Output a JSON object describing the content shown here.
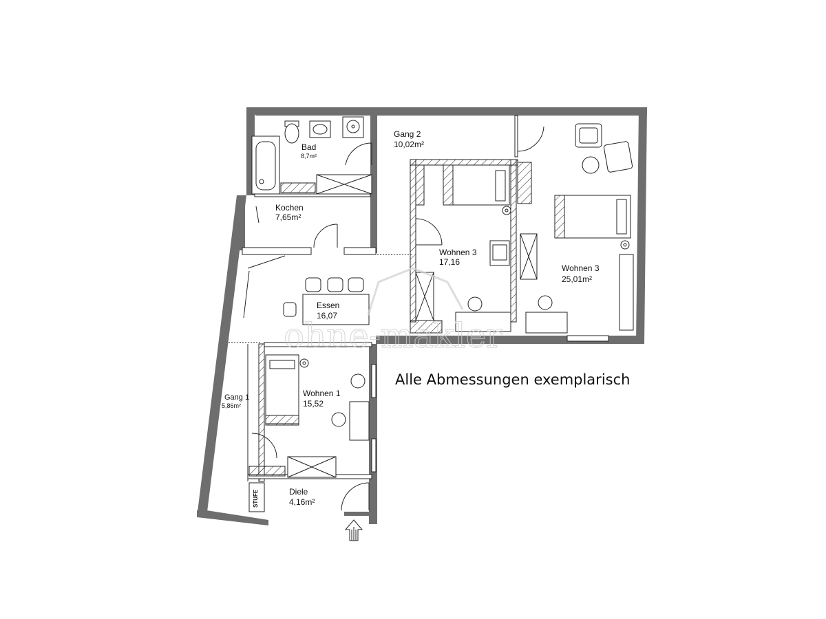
{
  "rooms": {
    "bad": {
      "name": "Bad",
      "area": "8,7m²"
    },
    "kochen": {
      "name": "Kochen",
      "area": "7,65m²"
    },
    "gang2": {
      "name": "Gang 2",
      "area": "10,02m²"
    },
    "wohnen3a": {
      "name": "Wohnen 3",
      "area": "17,16"
    },
    "wohnen3b": {
      "name": "Wohnen 3",
      "area": "25,01m²"
    },
    "essen": {
      "name": "Essen",
      "area": "16,07"
    },
    "gang1": {
      "name": "Gang 1",
      "area": "5,86m²"
    },
    "wohnen1": {
      "name": "Wohnen 1",
      "area": "15,52"
    },
    "diele": {
      "name": "Diele",
      "area": "4,16m²"
    }
  },
  "stufe_label": "STUFE",
  "note": "Alle Abmessungen exemplarisch",
  "watermark": "ohne-makler",
  "colors": {
    "wall": "#6e6e6e",
    "line": "#222222",
    "watermark": "#cfcfcf"
  }
}
